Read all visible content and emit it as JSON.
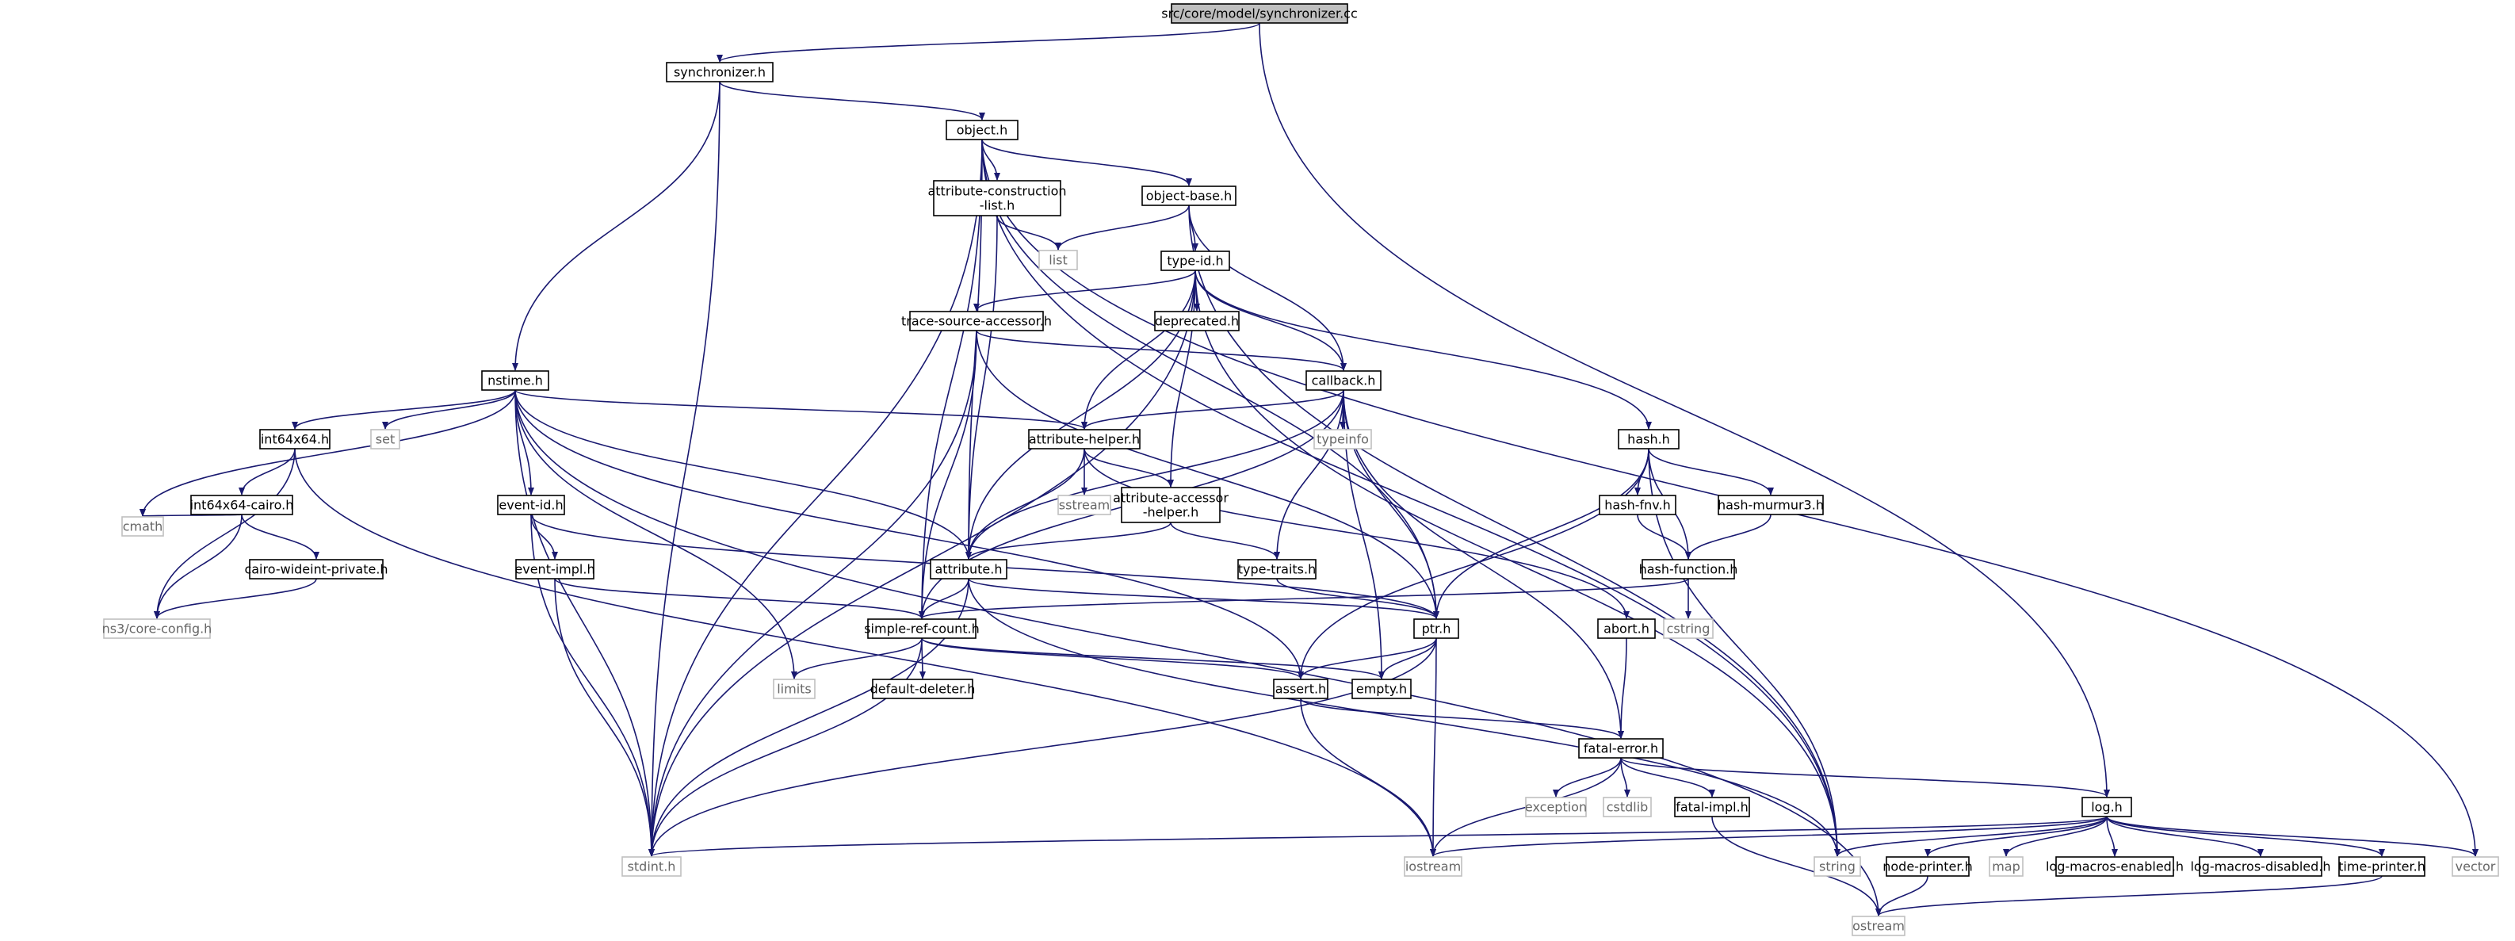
{
  "diagram": {
    "nodes": [
      {
        "id": "synccc",
        "label": "src/core/model/synchronizer.cc",
        "kind": "root"
      },
      {
        "id": "synch",
        "label": "synchronizer.h",
        "kind": "normal"
      },
      {
        "id": "object",
        "label": "object.h",
        "kind": "normal"
      },
      {
        "id": "acl",
        "label": "attribute-construction\n-list.h",
        "kind": "normal"
      },
      {
        "id": "objbase",
        "label": "object-base.h",
        "kind": "normal"
      },
      {
        "id": "list",
        "label": "list",
        "kind": "sys"
      },
      {
        "id": "typeid",
        "label": "type-id.h",
        "kind": "normal"
      },
      {
        "id": "tsa",
        "label": "trace-source-accessor.h",
        "kind": "normal"
      },
      {
        "id": "deprecated",
        "label": "deprecated.h",
        "kind": "normal"
      },
      {
        "id": "nstime",
        "label": "nstime.h",
        "kind": "normal"
      },
      {
        "id": "callback",
        "label": "callback.h",
        "kind": "normal"
      },
      {
        "id": "int64x64",
        "label": "int64x64.h",
        "kind": "normal"
      },
      {
        "id": "set",
        "label": "set",
        "kind": "sys"
      },
      {
        "id": "attrhelper",
        "label": "attribute-helper.h",
        "kind": "normal"
      },
      {
        "id": "typeinfo",
        "label": "typeinfo",
        "kind": "sys"
      },
      {
        "id": "hash",
        "label": "hash.h",
        "kind": "normal"
      },
      {
        "id": "int64cairo",
        "label": "int64x64-cairo.h",
        "kind": "normal"
      },
      {
        "id": "eventid",
        "label": "event-id.h",
        "kind": "normal"
      },
      {
        "id": "sstream",
        "label": "sstream",
        "kind": "sys"
      },
      {
        "id": "aah",
        "label": "attribute-accessor\n-helper.h",
        "kind": "normal"
      },
      {
        "id": "hashfnv",
        "label": "hash-fnv.h",
        "kind": "normal"
      },
      {
        "id": "hashmurmur",
        "label": "hash-murmur3.h",
        "kind": "normal"
      },
      {
        "id": "cmath",
        "label": "cmath",
        "kind": "sys"
      },
      {
        "id": "cairowide",
        "label": "cairo-wideint-private.h",
        "kind": "normal"
      },
      {
        "id": "eventimpl",
        "label": "event-impl.h",
        "kind": "normal"
      },
      {
        "id": "attribute",
        "label": "attribute.h",
        "kind": "normal"
      },
      {
        "id": "typetraits",
        "label": "type-traits.h",
        "kind": "normal"
      },
      {
        "id": "hashfunc",
        "label": "hash-function.h",
        "kind": "normal"
      },
      {
        "id": "coreconfig",
        "label": "ns3/core-config.h",
        "kind": "sys"
      },
      {
        "id": "simpleref",
        "label": "simple-ref-count.h",
        "kind": "normal"
      },
      {
        "id": "ptr",
        "label": "ptr.h",
        "kind": "normal"
      },
      {
        "id": "abort",
        "label": "abort.h",
        "kind": "normal"
      },
      {
        "id": "cstring",
        "label": "cstring",
        "kind": "sys"
      },
      {
        "id": "limits",
        "label": "limits",
        "kind": "sys"
      },
      {
        "id": "defdeleter",
        "label": "default-deleter.h",
        "kind": "normal"
      },
      {
        "id": "assert",
        "label": "assert.h",
        "kind": "normal"
      },
      {
        "id": "empty",
        "label": "empty.h",
        "kind": "normal"
      },
      {
        "id": "fatalerror",
        "label": "fatal-error.h",
        "kind": "normal"
      },
      {
        "id": "exception",
        "label": "exception",
        "kind": "sys"
      },
      {
        "id": "cstdlib",
        "label": "cstdlib",
        "kind": "sys"
      },
      {
        "id": "fatalimpl",
        "label": "fatal-impl.h",
        "kind": "normal"
      },
      {
        "id": "log",
        "label": "log.h",
        "kind": "normal"
      },
      {
        "id": "stdint",
        "label": "stdint.h",
        "kind": "sys"
      },
      {
        "id": "iostream",
        "label": "iostream",
        "kind": "sys"
      },
      {
        "id": "string",
        "label": "string",
        "kind": "sys"
      },
      {
        "id": "nodeprinter",
        "label": "node-printer.h",
        "kind": "normal"
      },
      {
        "id": "map",
        "label": "map",
        "kind": "sys"
      },
      {
        "id": "logen",
        "label": "log-macros-enabled.h",
        "kind": "normal"
      },
      {
        "id": "logdis",
        "label": "log-macros-disabled.h",
        "kind": "normal"
      },
      {
        "id": "timeprinter",
        "label": "time-printer.h",
        "kind": "normal"
      },
      {
        "id": "vector",
        "label": "vector",
        "kind": "sys"
      },
      {
        "id": "ostream",
        "label": "ostream",
        "kind": "sys"
      }
    ],
    "edges": [
      [
        "synccc",
        "synch"
      ],
      [
        "synccc",
        "log"
      ],
      [
        "synch",
        "object"
      ],
      [
        "synch",
        "nstime"
      ],
      [
        "synch",
        "stdint"
      ],
      [
        "object",
        "acl"
      ],
      [
        "object",
        "objbase"
      ],
      [
        "object",
        "attribute"
      ],
      [
        "object",
        "ptr"
      ],
      [
        "object",
        "simpleref"
      ],
      [
        "object",
        "stdint"
      ],
      [
        "object",
        "string"
      ],
      [
        "object",
        "vector"
      ],
      [
        "acl",
        "list"
      ],
      [
        "acl",
        "attribute"
      ],
      [
        "objbase",
        "list"
      ],
      [
        "objbase",
        "typeid"
      ],
      [
        "objbase",
        "callback"
      ],
      [
        "objbase",
        "string"
      ],
      [
        "typeid",
        "tsa"
      ],
      [
        "typeid",
        "deprecated"
      ],
      [
        "typeid",
        "callback"
      ],
      [
        "typeid",
        "attrhelper"
      ],
      [
        "typeid",
        "aah"
      ],
      [
        "typeid",
        "attribute"
      ],
      [
        "typeid",
        "hash"
      ],
      [
        "typeid",
        "stdint"
      ],
      [
        "typeid",
        "string"
      ],
      [
        "tsa",
        "callback"
      ],
      [
        "tsa",
        "ptr"
      ],
      [
        "tsa",
        "simpleref"
      ],
      [
        "tsa",
        "stdint"
      ],
      [
        "nstime",
        "int64x64"
      ],
      [
        "nstime",
        "set"
      ],
      [
        "nstime",
        "cmath"
      ],
      [
        "nstime",
        "eventid"
      ],
      [
        "nstime",
        "attrhelper"
      ],
      [
        "nstime",
        "attribute"
      ],
      [
        "nstime",
        "limits"
      ],
      [
        "nstime",
        "stdint"
      ],
      [
        "nstime",
        "ostream"
      ],
      [
        "nstime",
        "assert"
      ],
      [
        "callback",
        "attrhelper"
      ],
      [
        "callback",
        "typeinfo"
      ],
      [
        "callback",
        "typetraits"
      ],
      [
        "callback",
        "ptr"
      ],
      [
        "callback",
        "attribute"
      ],
      [
        "callback",
        "simpleref"
      ],
      [
        "callback",
        "empty"
      ],
      [
        "callback",
        "fatalerror"
      ],
      [
        "int64x64",
        "int64cairo"
      ],
      [
        "int64x64",
        "coreconfig"
      ],
      [
        "int64x64",
        "iostream"
      ],
      [
        "attrhelper",
        "sstream"
      ],
      [
        "attrhelper",
        "aah"
      ],
      [
        "attrhelper",
        "attribute"
      ],
      [
        "attrhelper",
        "abort"
      ],
      [
        "hash",
        "hashfnv"
      ],
      [
        "hash",
        "hashmurmur"
      ],
      [
        "hash",
        "hashfunc"
      ],
      [
        "hash",
        "ptr"
      ],
      [
        "hash",
        "assert"
      ],
      [
        "hash",
        "string"
      ],
      [
        "int64cairo",
        "cmath"
      ],
      [
        "int64cairo",
        "cairowide"
      ],
      [
        "int64cairo",
        "coreconfig"
      ],
      [
        "eventid",
        "eventimpl"
      ],
      [
        "eventid",
        "ptr"
      ],
      [
        "eventid",
        "stdint"
      ],
      [
        "aah",
        "attribute"
      ],
      [
        "aah",
        "typetraits"
      ],
      [
        "hashfnv",
        "hashfunc"
      ],
      [
        "hashmurmur",
        "hashfunc"
      ],
      [
        "cairowide",
        "coreconfig"
      ],
      [
        "eventimpl",
        "simpleref"
      ],
      [
        "eventimpl",
        "stdint"
      ],
      [
        "attribute",
        "simpleref"
      ],
      [
        "attribute",
        "ptr"
      ],
      [
        "attribute",
        "stdint"
      ],
      [
        "attribute",
        "string"
      ],
      [
        "typetraits",
        "ptr"
      ],
      [
        "hashfunc",
        "simpleref"
      ],
      [
        "hashfunc",
        "cstring"
      ],
      [
        "simpleref",
        "limits"
      ],
      [
        "simpleref",
        "defdeleter"
      ],
      [
        "simpleref",
        "assert"
      ],
      [
        "simpleref",
        "empty"
      ],
      [
        "simpleref",
        "stdint"
      ],
      [
        "ptr",
        "assert"
      ],
      [
        "ptr",
        "iostream"
      ],
      [
        "ptr",
        "stdint"
      ],
      [
        "ptr",
        "empty"
      ],
      [
        "abort",
        "fatalerror"
      ],
      [
        "assert",
        "fatalerror"
      ],
      [
        "assert",
        "iostream"
      ],
      [
        "fatalerror",
        "exception"
      ],
      [
        "fatalerror",
        "cstdlib"
      ],
      [
        "fatalerror",
        "fatalimpl"
      ],
      [
        "fatalerror",
        "iostream"
      ],
      [
        "fatalerror",
        "log"
      ],
      [
        "fatalimpl",
        "ostream"
      ],
      [
        "log",
        "stdint"
      ],
      [
        "log",
        "iostream"
      ],
      [
        "log",
        "string"
      ],
      [
        "log",
        "nodeprinter"
      ],
      [
        "log",
        "map"
      ],
      [
        "log",
        "logen"
      ],
      [
        "log",
        "logdis"
      ],
      [
        "log",
        "timeprinter"
      ],
      [
        "log",
        "vector"
      ],
      [
        "nodeprinter",
        "ostream"
      ],
      [
        "timeprinter",
        "ostream"
      ]
    ]
  }
}
